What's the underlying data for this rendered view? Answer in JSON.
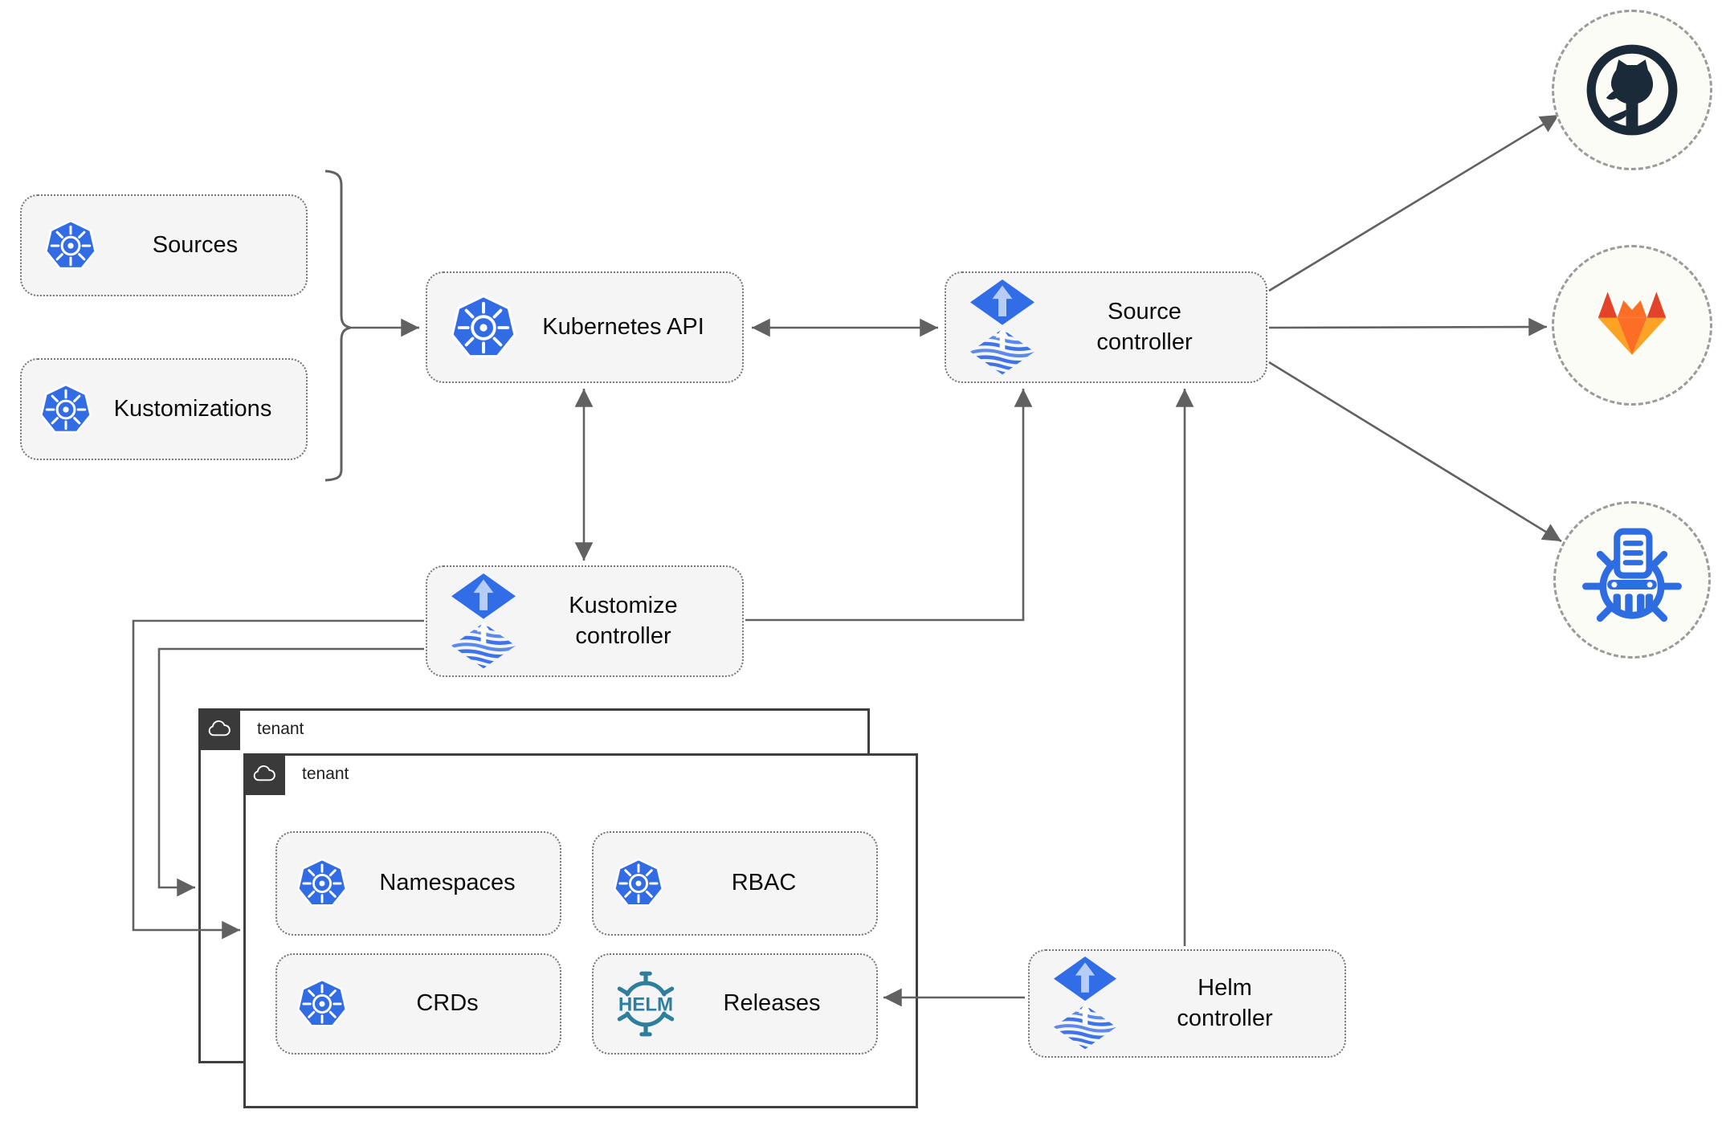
{
  "nodes": {
    "sources": {
      "label": "Sources",
      "icon": "kubernetes-icon"
    },
    "kustomizations": {
      "label": "Kustomizations",
      "icon": "kubernetes-icon"
    },
    "kubernetes_api": {
      "label": "Kubernetes API",
      "icon": "kubernetes-icon"
    },
    "source_controller": {
      "label": "Source\ncontroller",
      "icon": "flux-icon"
    },
    "kustomize_controller": {
      "label": "Kustomize\ncontroller",
      "icon": "flux-icon"
    },
    "helm_controller": {
      "label": "Helm\ncontroller",
      "icon": "flux-icon"
    },
    "tenant_back": {
      "label": "tenant",
      "icon": "cloud-icon"
    },
    "tenant_front": {
      "label": "tenant",
      "icon": "cloud-icon"
    },
    "namespaces": {
      "label": "Namespaces",
      "icon": "kubernetes-icon"
    },
    "rbac": {
      "label": "RBAC",
      "icon": "kubernetes-icon"
    },
    "crds": {
      "label": "CRDs",
      "icon": "kubernetes-icon"
    },
    "releases": {
      "label": "Releases",
      "icon": "helm-icon"
    },
    "github": {
      "icon": "github-icon"
    },
    "gitlab": {
      "icon": "gitlab-icon"
    },
    "helm_repository": {
      "icon": "helm-repository-icon"
    }
  },
  "edges": [
    {
      "from": "sources+kustomizations",
      "to": "kubernetes_api",
      "style": "brace-arrow"
    },
    {
      "from": "kubernetes_api",
      "to": "source_controller",
      "style": "double-arrow"
    },
    {
      "from": "kubernetes_api",
      "to": "kustomize_controller",
      "style": "double-arrow"
    },
    {
      "from": "kustomize_controller",
      "to": "source_controller",
      "style": "arrow"
    },
    {
      "from": "helm_controller",
      "to": "source_controller",
      "style": "arrow"
    },
    {
      "from": "helm_controller",
      "to": "releases",
      "style": "arrow"
    },
    {
      "from": "source_controller",
      "to": "github",
      "style": "arrow"
    },
    {
      "from": "source_controller",
      "to": "gitlab",
      "style": "arrow"
    },
    {
      "from": "source_controller",
      "to": "helm_repository",
      "style": "arrow"
    },
    {
      "from": "kustomize_controller",
      "to": "tenant_front",
      "style": "arrow"
    },
    {
      "from": "kustomize_controller",
      "to": "tenant_back",
      "style": "arrow"
    }
  ],
  "colors": {
    "kubernetes_blue": "#326ce5",
    "flux_blue": "#316de6",
    "flux_light_arrow": "#b6cdf6",
    "helm_teal": "#2d7f9d",
    "github_dark": "#1b2a38",
    "gitlab_red": "#e24329",
    "gitlab_orange": "#fc6d26",
    "gitlab_yellow": "#fca326",
    "registry_blue": "#2e6de1",
    "node_fill": "#f5f5f5",
    "connector_gray": "#616161",
    "tenant_tab_dark": "#3a3a3a"
  }
}
